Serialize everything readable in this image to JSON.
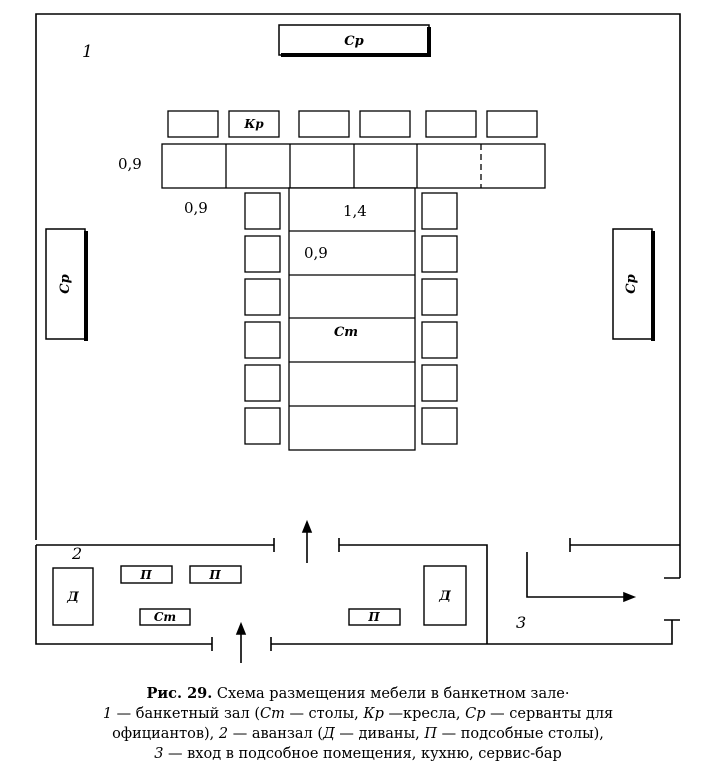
{
  "zones": {
    "hall": "1",
    "anteroom": "2",
    "entrance": "3"
  },
  "labels": {
    "sideboard": "Ср",
    "chair": "Кр",
    "table": "Ст",
    "sofa": "Д",
    "side_table": "П"
  },
  "dimensions": {
    "head_table_width": "0,9",
    "chair_gap": "0,9",
    "table_width": "1,4",
    "table_segment": "0,9"
  },
  "caption": {
    "fig_label": "Рис. 29.",
    "title": " Схема размещения мебели в банкетном зале·",
    "l1_num": "1",
    "l1_a": " — банкетный зал (",
    "l1_st": "Ст",
    "l1_b": " — столы, ",
    "l1_kr": "Кр",
    "l1_c": " —кресла, ",
    "l1_sr": "Ср",
    "l1_d": " — серванты для",
    "l2_a": "официантов), ",
    "l2_num": "2",
    "l2_b": " — аванзал (",
    "l2_d": "Д",
    "l2_c": " — диваны, ",
    "l2_p": "П",
    "l2_e": " — подсобные столы),",
    "l3_num": "3",
    "l3_a": " — вход в подсобное помещения, кухню, сервис-бар"
  }
}
